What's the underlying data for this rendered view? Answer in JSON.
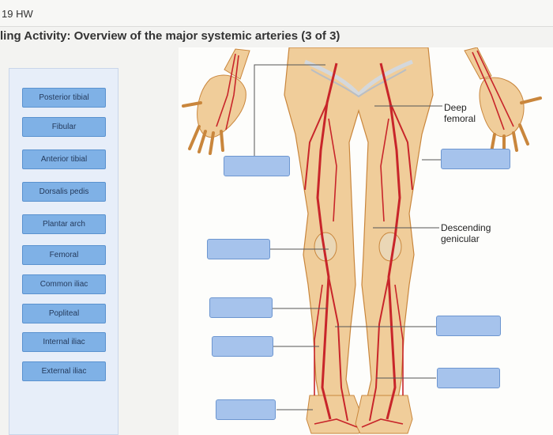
{
  "header": {
    "assignment": "19 HW"
  },
  "activity": {
    "title": "ling Activity: Overview of the major systemic arteries (3 of 3)"
  },
  "label_bank": {
    "items": [
      "Posterior tibial",
      "Fibular",
      "Anterior tibial",
      "Dorsalis pedis",
      "Plantar arch",
      "Femoral",
      "Common iliac",
      "Popliteal",
      "Internal iliac",
      "External iliac"
    ]
  },
  "diagram": {
    "fixed_labels": {
      "deep_femoral": [
        "Deep",
        "femoral"
      ],
      "descending_genicular": [
        "Descending",
        "genicular"
      ]
    }
  },
  "colors": {
    "chip": "#7fb1e6",
    "drop_target": "#a6c3ec",
    "artery": "#c8252a",
    "skin": "#f0cd9a"
  }
}
